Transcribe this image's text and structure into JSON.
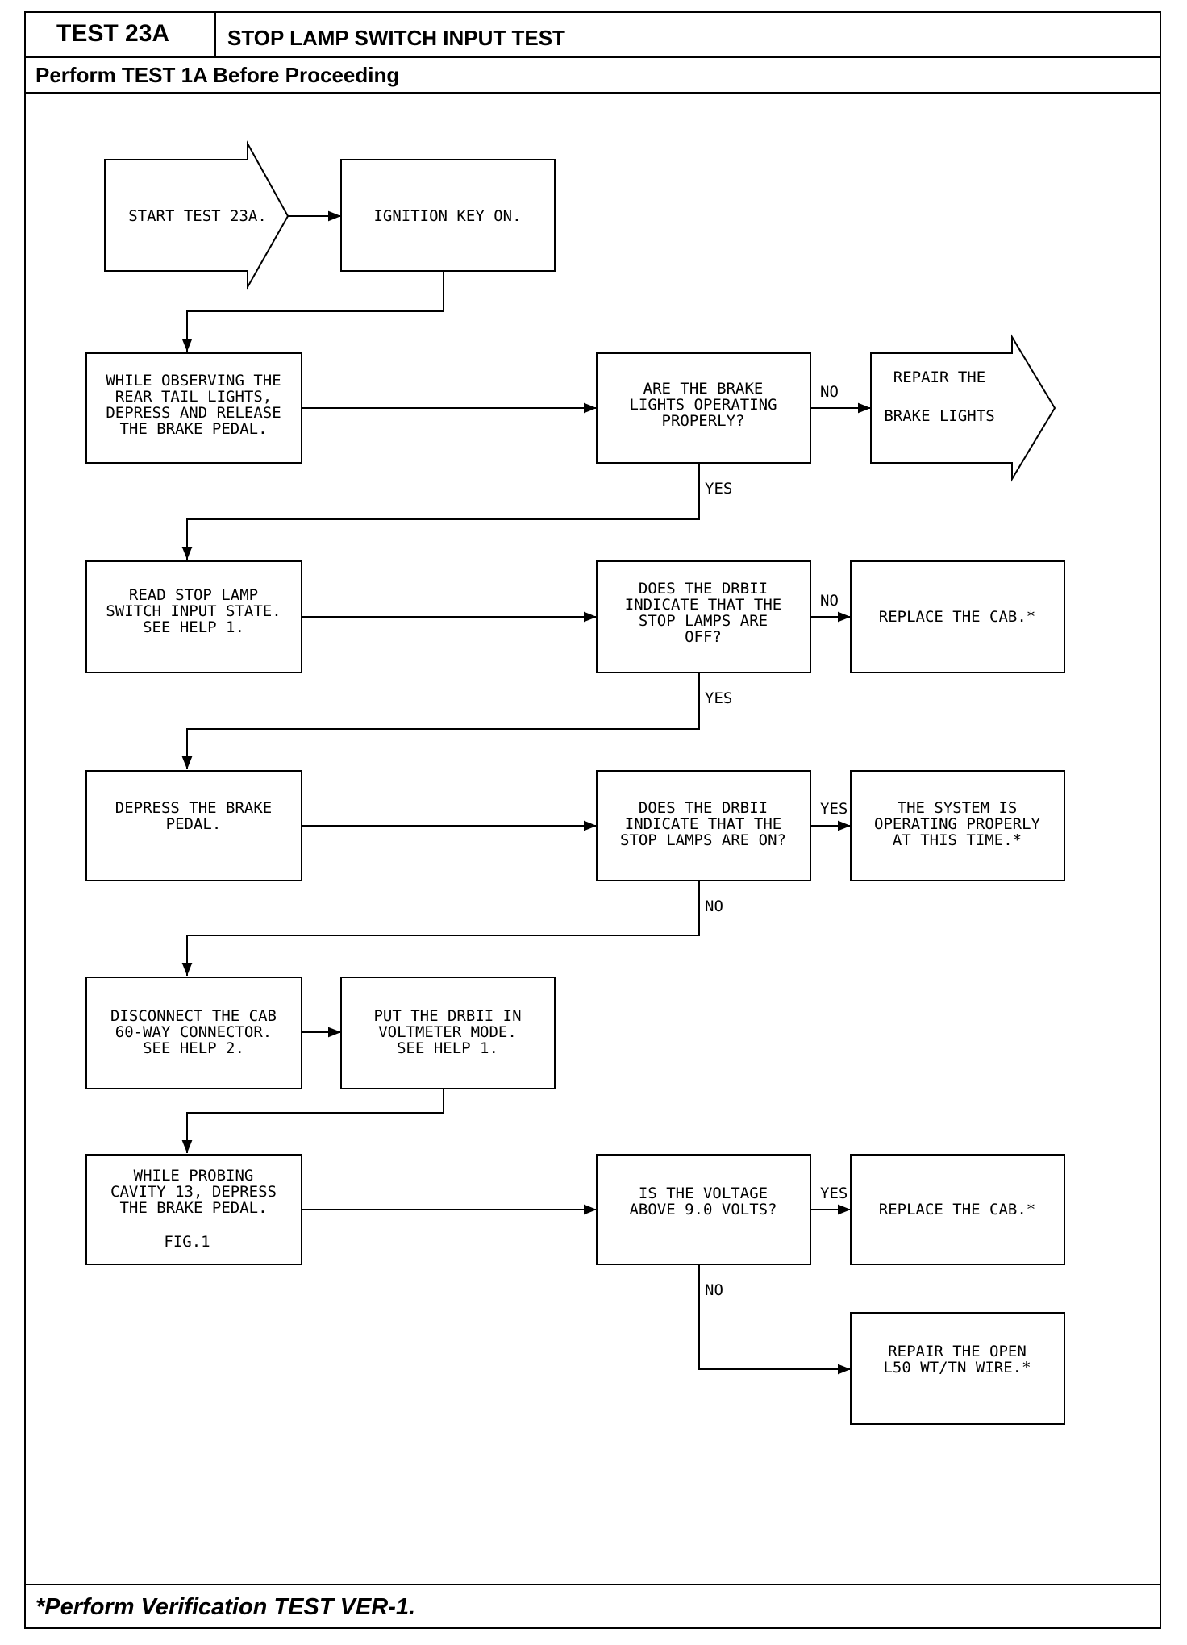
{
  "header": {
    "test_id": "TEST 23A",
    "test_title": "STOP LAMP SWITCH INPUT TEST",
    "prerequisite": "Perform TEST 1A Before Proceeding"
  },
  "footer": {
    "note": "*Perform Verification TEST VER-1."
  },
  "flowchart": {
    "start": [
      "START TEST 23A."
    ],
    "ignition": [
      "IGNITION KEY ON."
    ],
    "observe_lights": [
      "WHILE OBSERVING THE",
      "REAR TAIL LIGHTS,",
      "DEPRESS AND RELEASE",
      "THE BRAKE PEDAL."
    ],
    "q_brake_lights": [
      "ARE THE BRAKE",
      "LIGHTS OPERATING",
      "PROPERLY?"
    ],
    "repair_brake_lights": [
      "REPAIR THE",
      "BRAKE LIGHTS"
    ],
    "read_switch": [
      "READ STOP LAMP",
      "SWITCH INPUT STATE.",
      "SEE HELP 1."
    ],
    "q_lamps_off": [
      "DOES THE DRBII",
      "INDICATE THAT THE",
      "STOP LAMPS ARE",
      "OFF?"
    ],
    "replace_cab_1": [
      "REPLACE THE CAB.*"
    ],
    "depress_pedal": [
      "DEPRESS THE BRAKE",
      "PEDAL."
    ],
    "q_lamps_on": [
      "DOES THE DRBII",
      "INDICATE THAT THE",
      "STOP LAMPS ARE ON?"
    ],
    "system_ok": [
      "THE SYSTEM IS",
      "OPERATING PROPERLY",
      "AT THIS TIME.*"
    ],
    "disconnect_cab": [
      "DISCONNECT THE CAB",
      "60-WAY CONNECTOR.",
      "SEE HELP 2."
    ],
    "voltmeter_mode": [
      "PUT THE DRBII IN",
      "VOLTMETER MODE.",
      "SEE HELP 1."
    ],
    "probe_cavity": [
      "WHILE PROBING",
      "CAVITY 13, DEPRESS",
      "THE BRAKE PEDAL."
    ],
    "probe_fig": "FIG.1",
    "q_voltage": [
      "IS THE VOLTAGE",
      "ABOVE 9.0 VOLTS?"
    ],
    "replace_cab_2": [
      "REPLACE THE CAB.*"
    ],
    "repair_open_wire": [
      "REPAIR THE OPEN",
      "L50 WT/TN WIRE.*"
    ],
    "labels": {
      "no_1": "NO",
      "yes_1": "YES",
      "no_2": "NO",
      "yes_2": "YES",
      "yes_3": "YES",
      "no_3": "NO",
      "yes_4": "YES",
      "no_4": "NO"
    }
  }
}
